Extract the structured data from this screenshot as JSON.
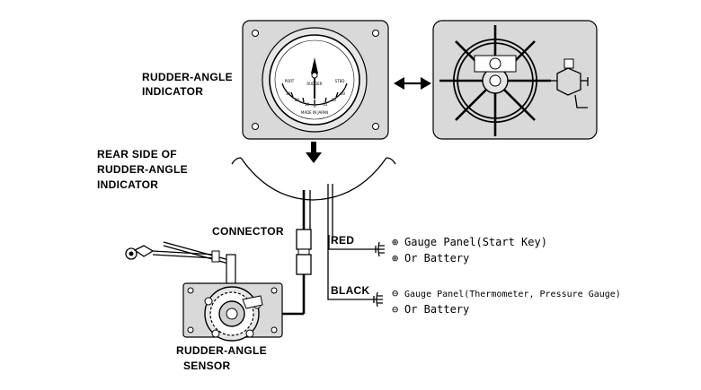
{
  "labels": {
    "indicator": [
      "RUDDER-ANGLE",
      "INDICATOR"
    ],
    "rear_side": [
      "REAR SIDE OF",
      "RUDDER-ANGLE",
      "INDICATOR"
    ],
    "connector": "CONNECTOR",
    "sensor": [
      "RUDDER-ANGLE",
      "SENSOR"
    ],
    "red": "RED",
    "black": "BLACK"
  },
  "wiring_notes": {
    "positive": {
      "symbol": "⊕",
      "line1": "Gauge Panel(Start Key)",
      "line2": "Or  Battery"
    },
    "negative": {
      "symbol": "⊖",
      "line1": "Gauge Panel(Thermometer, Pressure Gauge)",
      "line2": "Or  Battery"
    }
  },
  "gauge_face": {
    "text_top": "RUDDER",
    "text_port": "PORT",
    "text_stbd": "STBD",
    "scale": [
      "30",
      "20",
      "10",
      "0",
      "10",
      "20",
      "30"
    ],
    "maker": "MADE IN JAPAN"
  },
  "colors": {
    "line": "#000000",
    "panel_fill": "#d9d9d9",
    "background": "#ffffff"
  },
  "icons": [
    "double-arrow-icon",
    "down-arrow-icon",
    "positive-terminal-icon",
    "negative-terminal-icon",
    "steering-wheel-icon"
  ]
}
